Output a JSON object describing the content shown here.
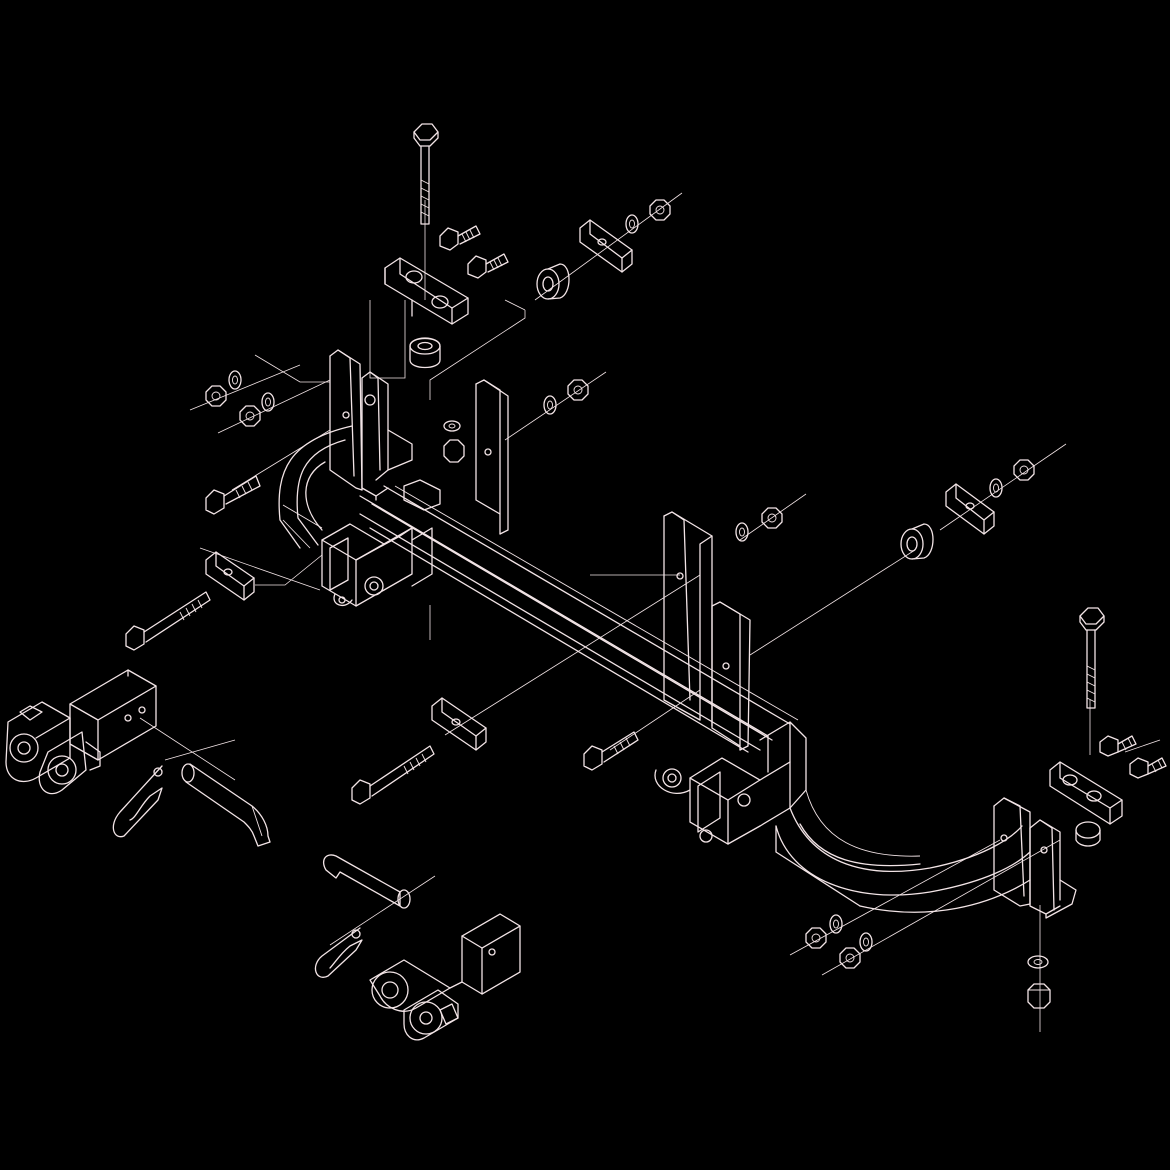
{
  "diagram": {
    "background_color": "#000000",
    "line_color": "#f2e4e6",
    "style": "exploded isometric line drawing",
    "parts": [
      "base-plate-crossbar",
      "left-frame-bracket",
      "right-frame-bracket",
      "left-tab-arm",
      "right-tab-arm",
      "hitch-pin",
      "hairpin-clip",
      "hex-bolt",
      "hex-nut",
      "lock-washer",
      "spacer-sleeve",
      "backing-plate"
    ]
  }
}
